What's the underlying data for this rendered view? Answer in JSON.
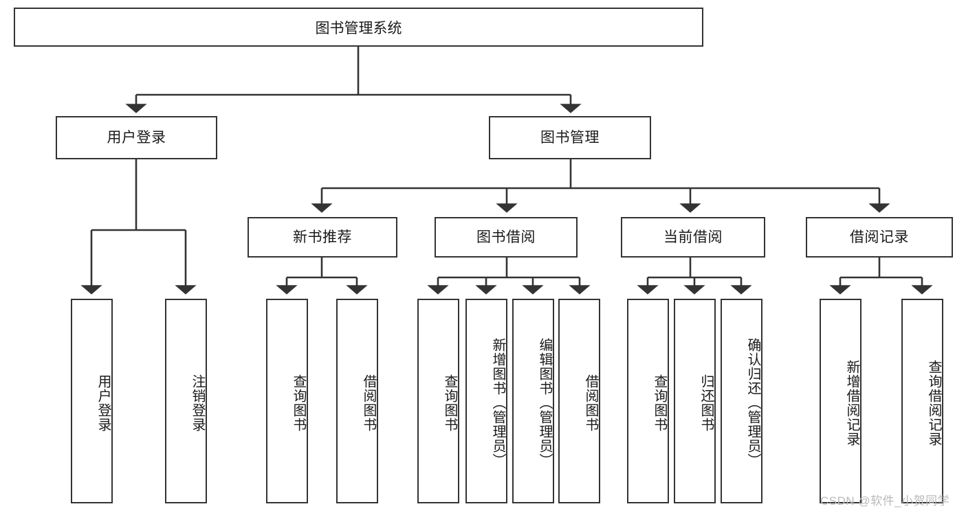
{
  "diagram": {
    "type": "tree-hierarchy",
    "title": "图书管理系统",
    "root": {
      "label": "图书管理系统"
    },
    "level2": [
      {
        "label": "用户登录"
      },
      {
        "label": "图书管理"
      }
    ],
    "level3": [
      {
        "label": "新书推荐"
      },
      {
        "label": "图书借阅"
      },
      {
        "label": "当前借阅"
      },
      {
        "label": "借阅记录"
      }
    ],
    "leaves": {
      "user_login": [
        {
          "label": "用户登录"
        },
        {
          "label": "注销登录"
        }
      ],
      "new_book_recommend": [
        {
          "label": "查询图书"
        },
        {
          "label": "借阅图书"
        }
      ],
      "book_borrow": [
        {
          "label": "查询图书"
        },
        {
          "label": "新增图书（管理员）"
        },
        {
          "label": "编辑图书（管理员）"
        },
        {
          "label": "借阅图书"
        }
      ],
      "current_borrow": [
        {
          "label": "查询图书"
        },
        {
          "label": "归还图书"
        },
        {
          "label": "确认归还（管理员）"
        }
      ],
      "borrow_record": [
        {
          "label": "新增借阅记录"
        },
        {
          "label": "查询借阅记录"
        }
      ]
    }
  },
  "watermark": {
    "text": "CSDN @软件_小贺同学"
  },
  "colors": {
    "border": "#333333",
    "background": "#ffffff",
    "text": "#1a1a1a",
    "watermark": "#b9b9b9"
  }
}
